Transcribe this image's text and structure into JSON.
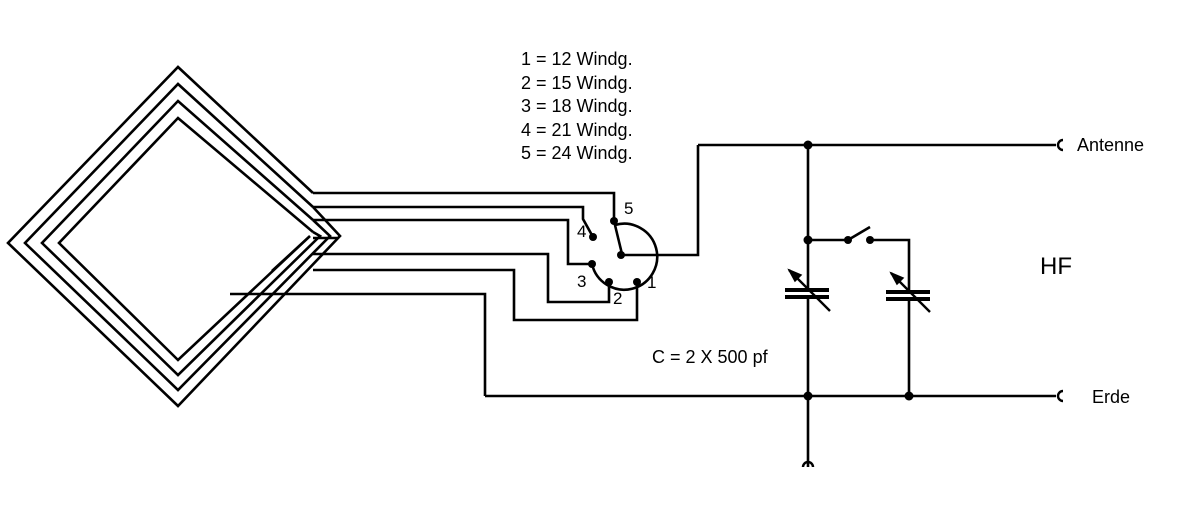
{
  "legend": [
    "1 = 12 Windg.",
    "2 = 15 Windg.",
    "3 = 18 Windg.",
    "4 = 21 Windg.",
    "5 = 24 Windg."
  ],
  "switch_pins": [
    "1",
    "2",
    "3",
    "4",
    "5"
  ],
  "capacitor_label": "C = 2 X 500 pf",
  "hf_label": "HF",
  "antenna_label": "Antenne",
  "earth_label": "Erde"
}
